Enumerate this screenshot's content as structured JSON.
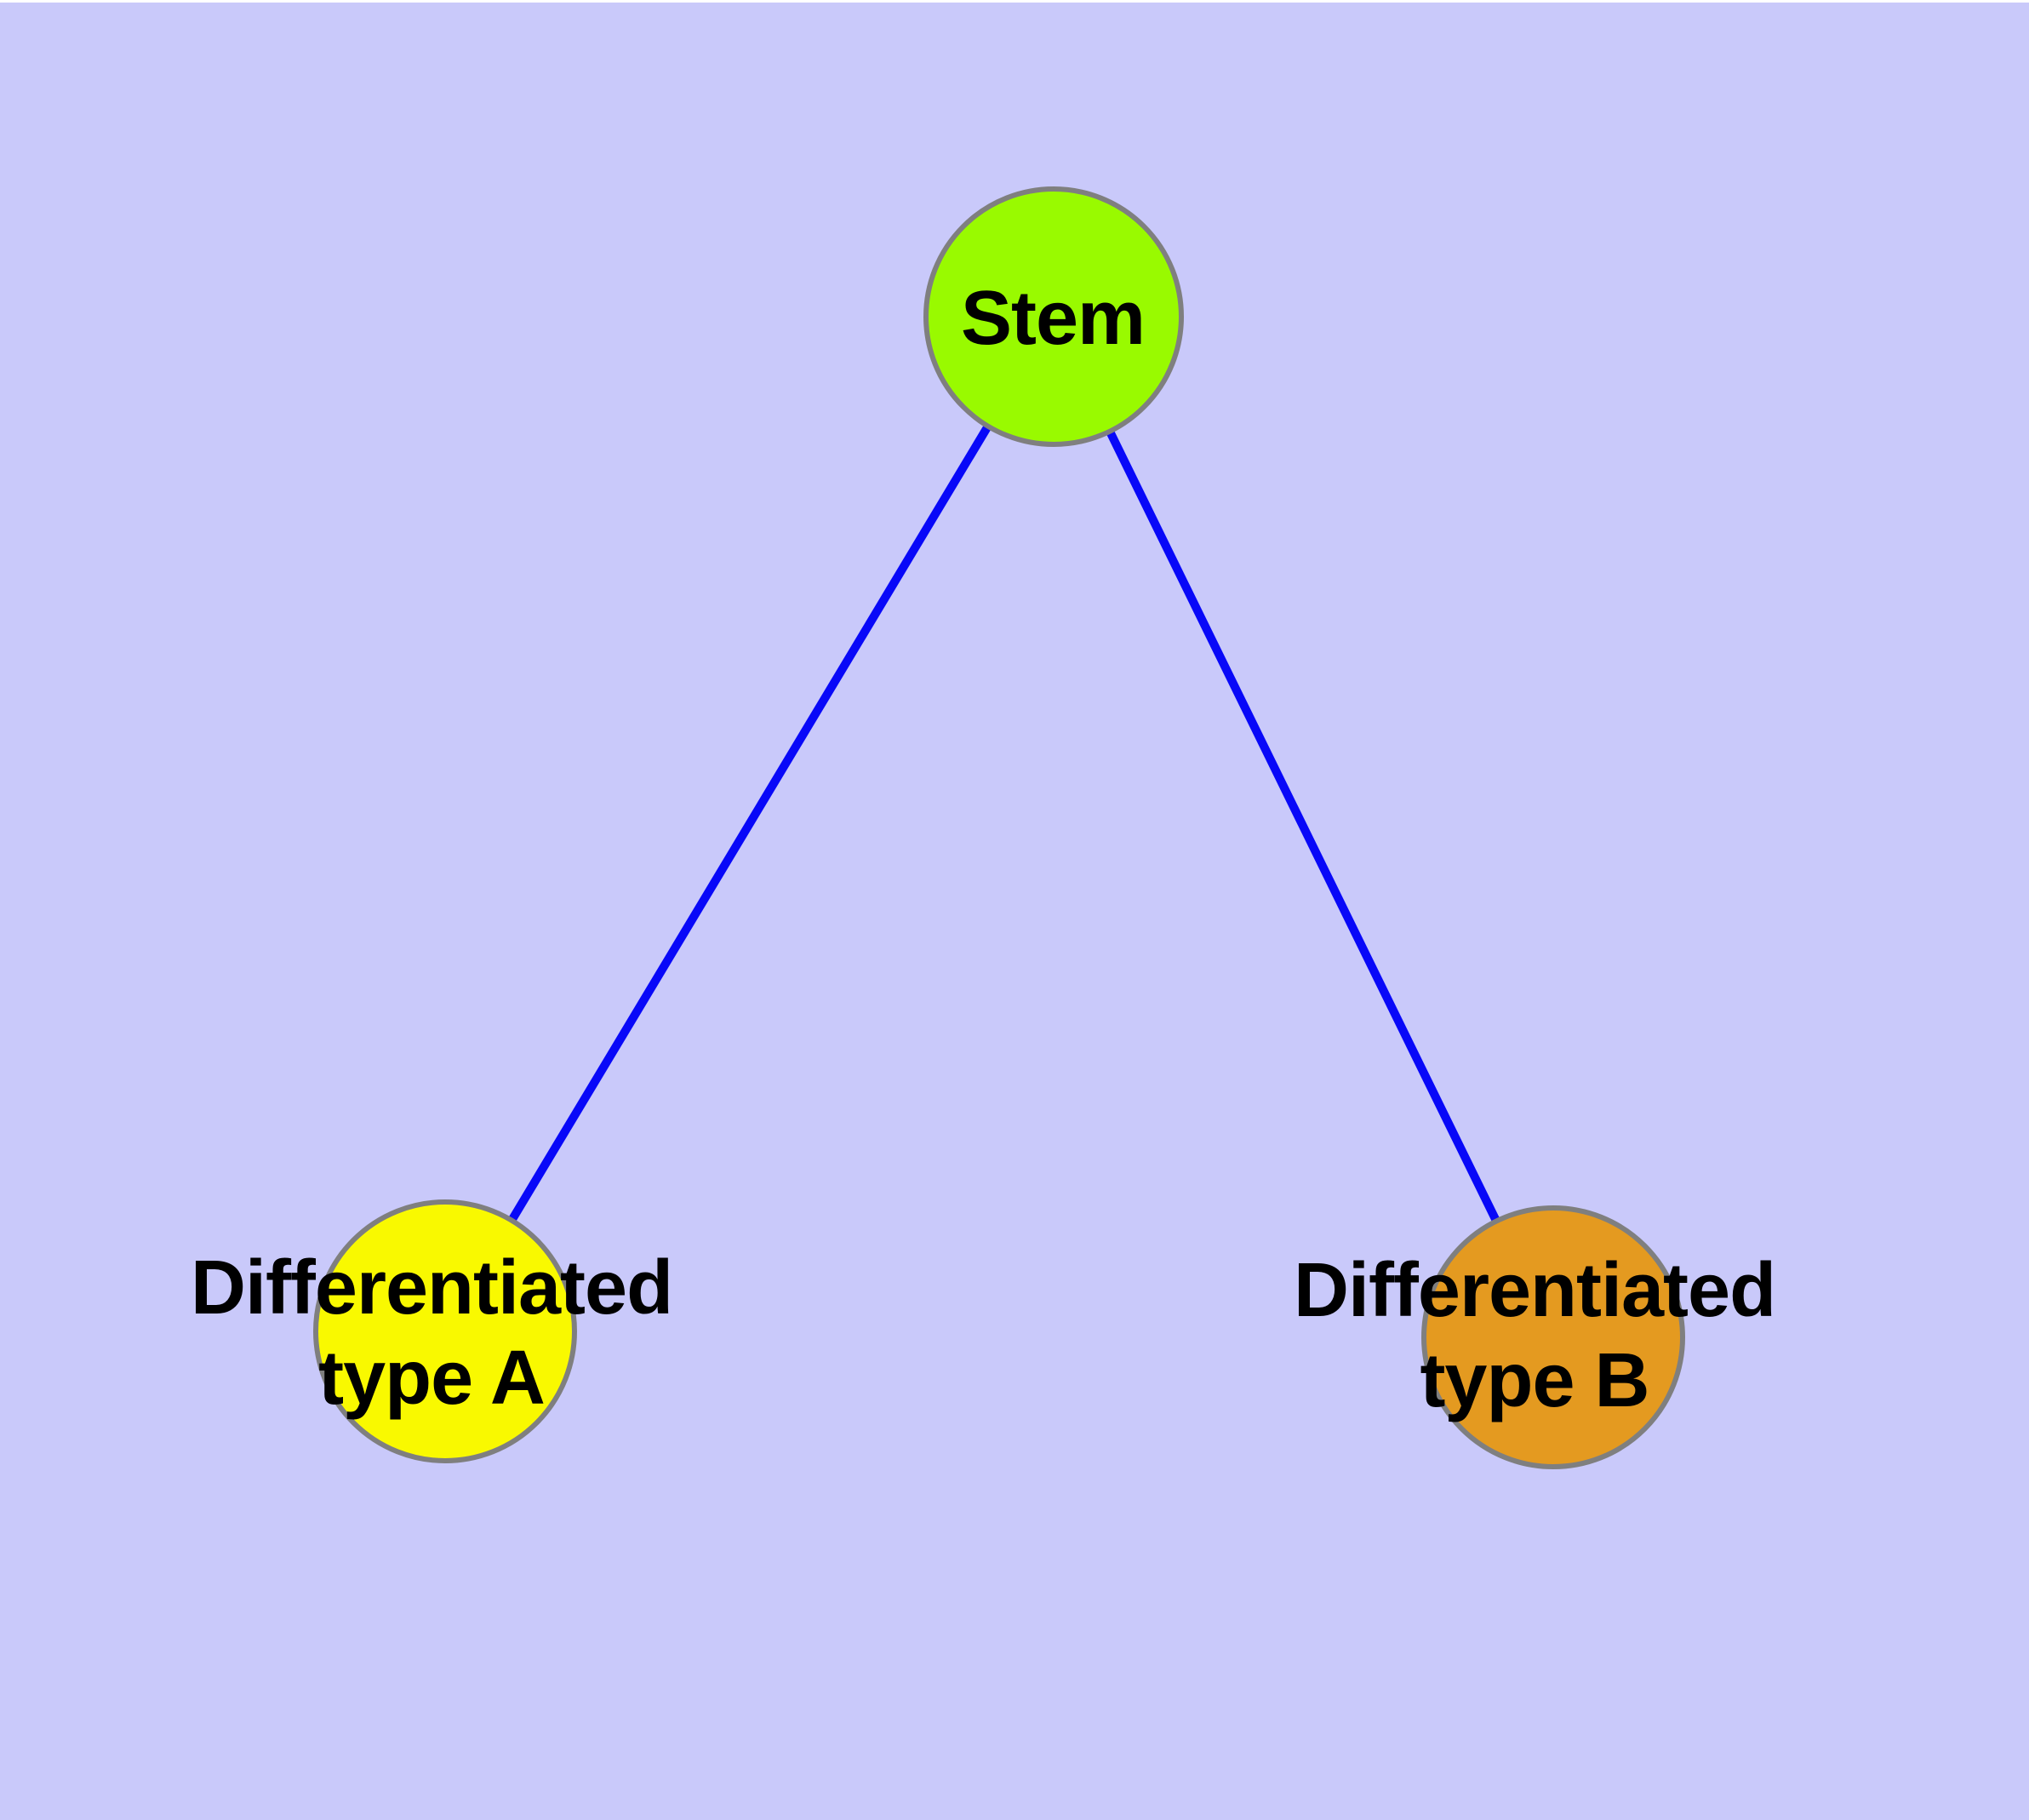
{
  "diagram": {
    "background_color": "#C9C9FA",
    "nodes": [
      {
        "id": "stem",
        "label": "Stem",
        "fill_color": "#99FA00",
        "border_color": "#7F7F7F",
        "text_color": "#000000"
      },
      {
        "id": "differentiated-type-a",
        "label": "Differentiated\ntype A",
        "fill_color": "#F9F900",
        "border_color": "#7F7F7F",
        "text_color": "#000000"
      },
      {
        "id": "differentiated-type-b",
        "label": "Differentiated\ntype B",
        "fill_color": "#E49A20",
        "border_color": "#7F7F7F",
        "text_color": "#000000"
      }
    ],
    "edges": [
      {
        "from": "stem",
        "to": "differentiated-type-a",
        "color": "#0808F8"
      },
      {
        "from": "stem",
        "to": "differentiated-type-b",
        "color": "#0808F8"
      }
    ]
  }
}
